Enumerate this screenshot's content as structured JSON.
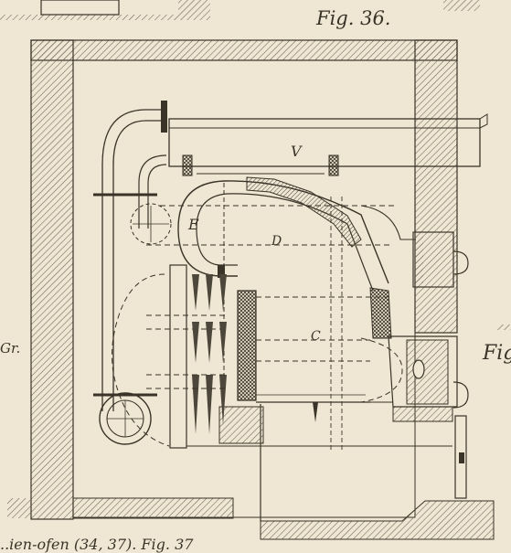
{
  "figure": {
    "title": "Fig. 36.",
    "side_label_left": "Gr.",
    "side_label_right": "Fig",
    "bottom_caption": "..ien-ofen (34, 37). Fig. 37"
  },
  "parts": {
    "v": "V",
    "e": "E",
    "d": "D",
    "c": "C"
  },
  "colors": {
    "paper": "#efe7d3",
    "ink": "#3a3328",
    "hatch": "#6b6252"
  }
}
